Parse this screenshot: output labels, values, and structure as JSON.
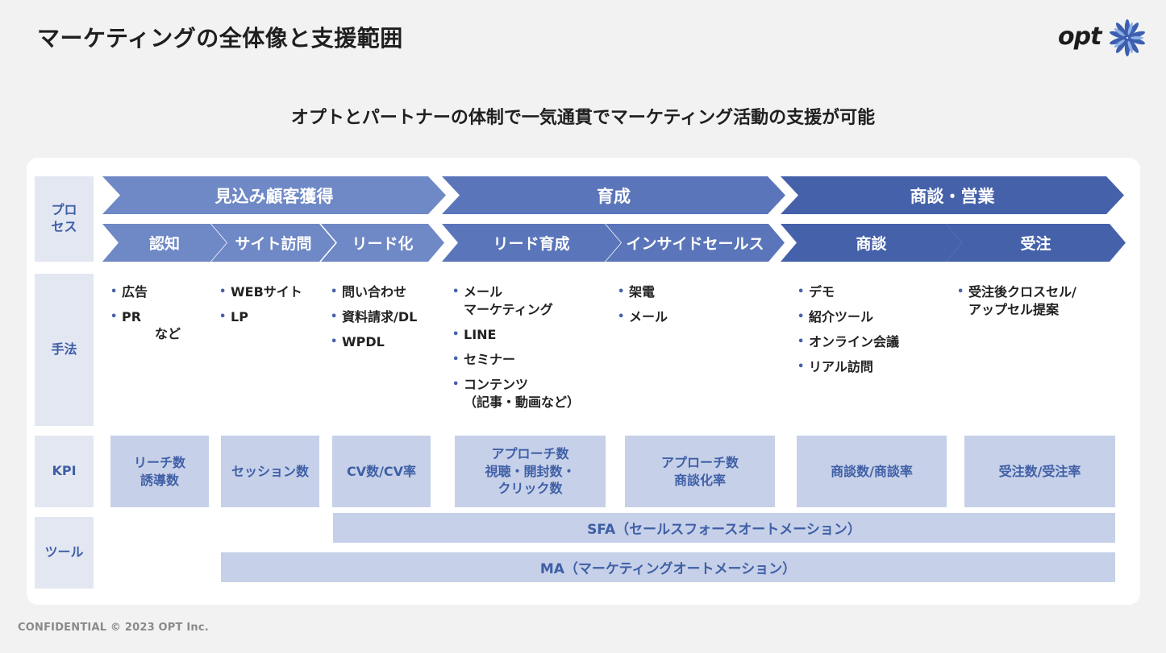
{
  "header": {
    "title": "マーケティングの全体像と支援範囲",
    "logo_text": "opt",
    "subtitle": "オプトとパートナーの体制で一気通貫でマーケティング活動の支援が可能"
  },
  "row_labels": {
    "process": "プロ\nセス",
    "method": "手法",
    "kpi": "KPI",
    "tool": "ツール"
  },
  "stages": [
    "見込み顧客獲得",
    "育成",
    "商談・営業"
  ],
  "substages": [
    "認知",
    "サイト訪問",
    "リード化",
    "リード育成",
    "インサイドセールス",
    "商談",
    "受注"
  ],
  "methods": [
    {
      "items": [
        "広告",
        "PR"
      ],
      "note": "など"
    },
    {
      "items": [
        "WEBサイト",
        "LP"
      ]
    },
    {
      "items": [
        "問い合わせ",
        "資料請求/DL",
        "WPDL"
      ]
    },
    {
      "items": [
        "メール\nマーケティング",
        "LINE",
        "セミナー",
        "コンテンツ\n（記事・動画など）"
      ]
    },
    {
      "items": [
        "架電",
        "メール"
      ]
    },
    {
      "items": [
        "デモ",
        "紹介ツール",
        "オンライン会議",
        "リアル訪問"
      ]
    },
    {
      "items": [
        "受注後クロスセル/\nアップセル提案"
      ]
    }
  ],
  "kpis": [
    "リーチ数\n誘導数",
    "セッション数",
    "CV数/CV率",
    "アプローチ数\n視聴・開封数・\nクリック数",
    "アプローチ数\n商談化率",
    "商談数/商談率",
    "受注数/受注率"
  ],
  "tools": {
    "sfa": "SFA（セールスフォースオートメーション）",
    "ma": "MA（マーケティングオートメーション）"
  },
  "footer": "CONFIDENTIAL  © 2023 OPT Inc.",
  "colors": {
    "stage_1": "#6f88c6",
    "stage_2": "#5a75b9",
    "stage_3": "#4561aa",
    "kpi_fill": "#c6d0e8",
    "label_fill": "#e3e7f2",
    "accent_text": "#3f5fa6"
  }
}
